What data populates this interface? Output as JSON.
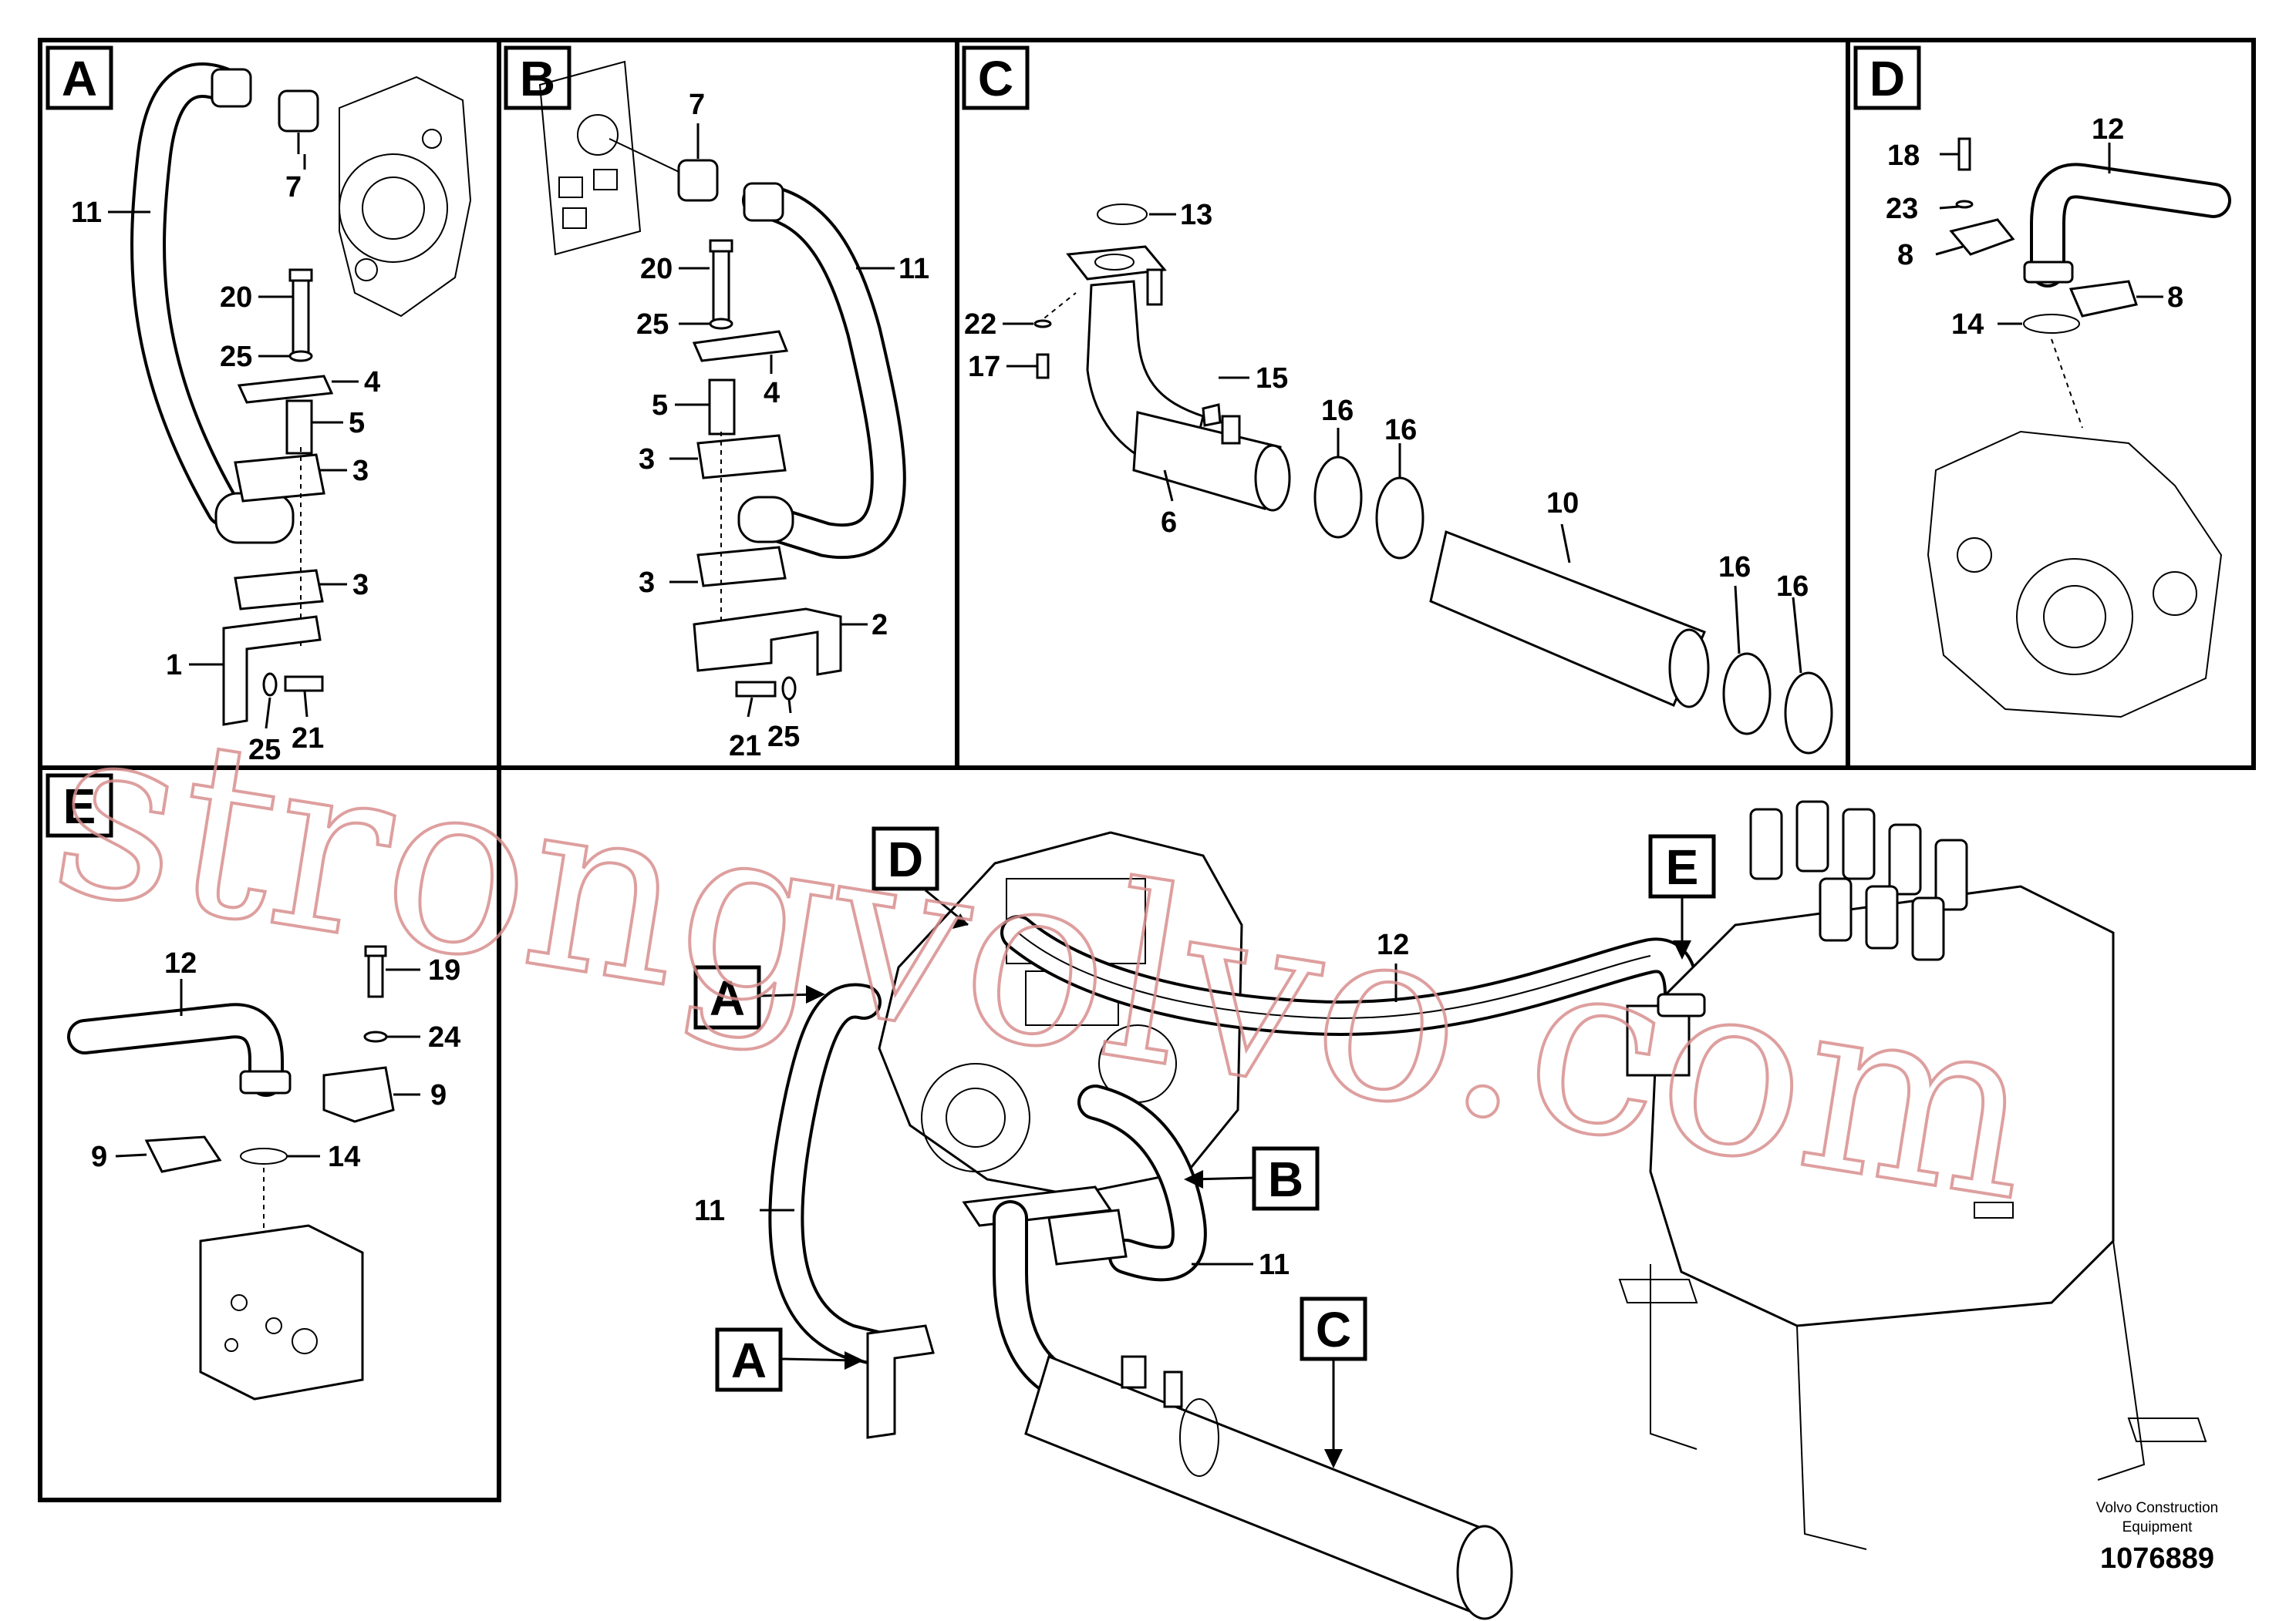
{
  "panels": {
    "A": {
      "letter": "A",
      "labels": [
        "11",
        "7",
        "20",
        "25",
        "4",
        "5",
        "3",
        "3",
        "1",
        "25",
        "21"
      ]
    },
    "B": {
      "letter": "B",
      "labels": [
        "7",
        "11",
        "20",
        "25",
        "4",
        "5",
        "3",
        "3",
        "2",
        "21",
        "25"
      ]
    },
    "C": {
      "letter": "C",
      "labels": [
        "13",
        "22",
        "17",
        "15",
        "6",
        "16",
        "16",
        "10",
        "16",
        "16"
      ]
    },
    "D": {
      "letter": "D",
      "labels": [
        "18",
        "12",
        "23",
        "8",
        "8",
        "14"
      ]
    },
    "E": {
      "letter": "E",
      "labels": [
        "12",
        "19",
        "24",
        "9",
        "9",
        "14"
      ]
    }
  },
  "overview": {
    "callouts": [
      "D",
      "A",
      "E",
      "B",
      "A",
      "C"
    ],
    "labels": [
      "12",
      "11",
      "11"
    ]
  },
  "watermark": "strongvolvo.com",
  "footer": {
    "brand_line1": "Volvo Construction",
    "brand_line2": "Equipment",
    "drawing_number": "1076889"
  }
}
